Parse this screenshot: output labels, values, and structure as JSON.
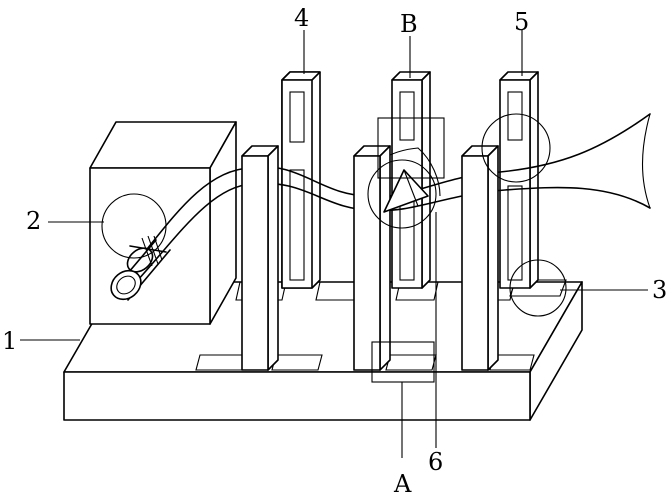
{
  "labels": {
    "part_1": "1",
    "part_2": "2",
    "part_3": "3",
    "part_4": "4",
    "part_5": "5",
    "part_6": "6",
    "detail_a": "A",
    "detail_b": "B"
  }
}
